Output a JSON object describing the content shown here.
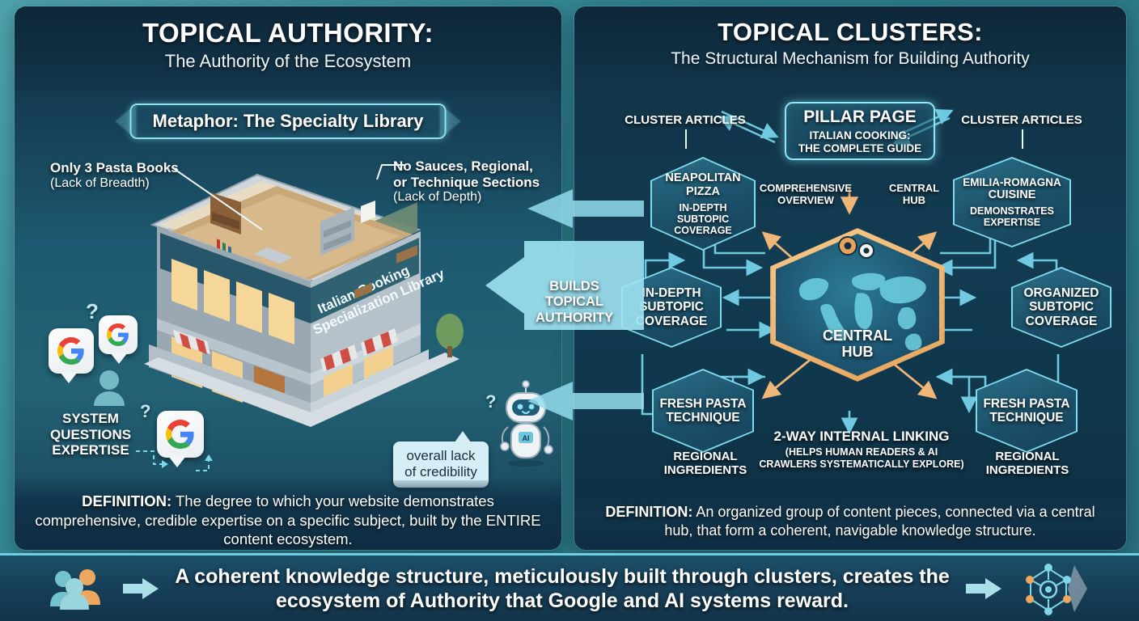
{
  "left_panel": {
    "title": "TOPICAL AUTHORITY:",
    "subtitle": "The Authority of the Ecosystem",
    "ribbon": "Metaphor: The Specialty Library",
    "annotations": {
      "breadth_bold": "Only 3 Pasta Books",
      "breadth_note": "(Lack of Breadth)",
      "depth_bold_1": "No Sauces, Regional,",
      "depth_bold_2": "or Technique Sections",
      "depth_note": "(Lack of Depth)",
      "system_questions": "SYSTEM\nQUESTIONS\nEXPERTISE",
      "system_questions_line1": "SYSTEM",
      "system_questions_line2": "QUESTIONS",
      "system_questions_line3": "EXPERTISE",
      "credibility_1": "overall lack",
      "credibility_2": "of credibility",
      "question_mark": "?"
    },
    "building_sign_line1": "Italian Cooking",
    "building_sign_line2": "Specialization Library",
    "robot_badge": "AI",
    "definition_label": "DEFINITION:",
    "definition_text": " The degree to which your website demonstrates comprehensive, credible expertise on a specific subject, built by the ENTIRE content ecosystem."
  },
  "connector": {
    "label_line1": "BUILDS",
    "label_line2": "TOPICAL",
    "label_line3": "AUTHORITY"
  },
  "right_panel": {
    "title": "TOPICAL CLUSTERS:",
    "subtitle": "The Structural Mechanism for Building Authority",
    "cluster_label_left": "CLUSTER ARTICLES",
    "cluster_label_right": "CLUSTER ARTICLES",
    "pillar": {
      "title": "PILLAR PAGE",
      "subtitle_line1": "ITALIAN COOKING:",
      "subtitle_line2": "THE COMPLETE GUIDE"
    },
    "arrow_labels": {
      "comprehensive_line1": "COMPREHENSIVE",
      "comprehensive_line2": "OVERVIEW",
      "central_line1": "CENTRAL",
      "central_line2": "HUB"
    },
    "nodes": [
      {
        "title_line1": "NEAPOLITAN",
        "title_line2": "PIZZA",
        "sub_line1": "IN-DEPTH",
        "sub_line2": "SUBTOPIC",
        "sub_line3": "COVERAGE"
      },
      {
        "title_line1": "EMILIA-ROMAGNA",
        "title_line2": "CUISINE",
        "sub_line1": "DEMONSTRATES",
        "sub_line2": "EXPERTISE",
        "sub_line3": ""
      },
      {
        "title_line1": "IN-DEPTH",
        "title_line2": "SUBTOPIC",
        "title_line3": "COVERAGE"
      },
      {
        "title_line1": "ORGANIZED",
        "title_line2": "SUBTOPIC",
        "title_line3": "COVERAGE"
      },
      {
        "title_line1": "FRESH PASTA",
        "title_line2": "TECHNIQUE"
      },
      {
        "title_line1": "FRESH PASTA",
        "title_line2": "TECHNIQUE"
      }
    ],
    "bottom_labels": {
      "regional_left_line1": "REGIONAL",
      "regional_left_line2": "INGREDIENTS",
      "regional_right_line1": "REGIONAL",
      "regional_right_line2": "INGREDIENTS"
    },
    "hub": {
      "line1": "CENTRAL",
      "line2": "HUB"
    },
    "linking": {
      "title": "2-WAY INTERNAL LINKING",
      "note_line1": "(HELPS HUMAN READERS & AI",
      "note_line2": "CRAWLERS SYSTEMATICALLY EXPLORE)"
    },
    "definition_label": "DEFINITION:",
    "definition_text": " An organized group of content pieces, connected via a central hub, that form a coherent, navigable knowledge structure."
  },
  "banner": {
    "message_line1": "A coherent knowledge structure, meticulously built through clusters, creates the",
    "message_line2": "ecosystem of Authority that Google and AI systems reward."
  },
  "colors": {
    "accent_cyan": "#7fdcef",
    "accent_orange": "#e8a45c",
    "panel_dark": "#102a3d",
    "header_dark": "#0e2739",
    "text_white": "#ffffff"
  }
}
